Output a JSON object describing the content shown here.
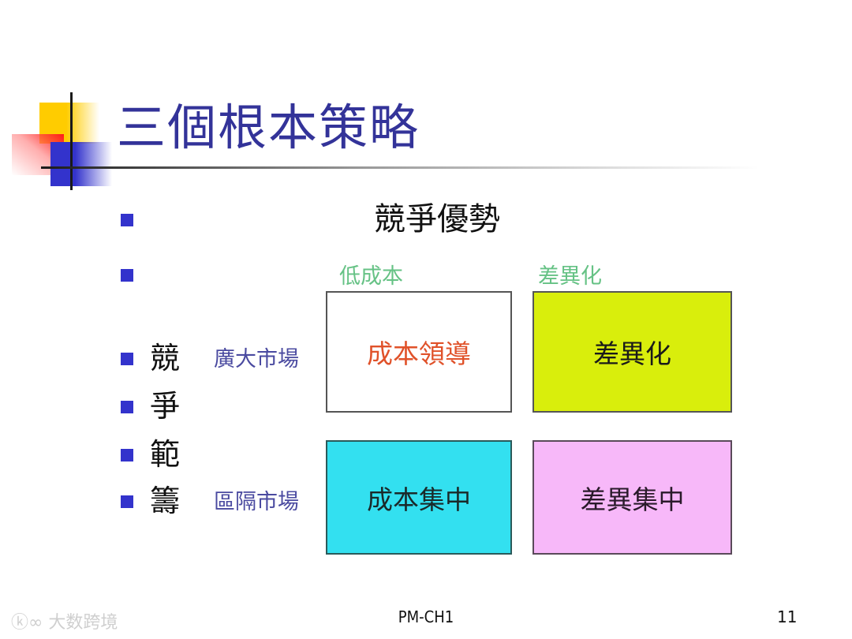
{
  "slide": {
    "title": "三個根本策略",
    "heading": "競爭優勢",
    "column_labels": [
      "低成本",
      "差異化"
    ],
    "vertical_label_chars": [
      "競",
      "爭",
      "範",
      "籌"
    ],
    "row_labels": [
      "廣大市場",
      "區隔市場"
    ],
    "matrix": [
      {
        "label": "成本領導",
        "bg": "#ffffff",
        "color": "#e0522a"
      },
      {
        "label": "差異化",
        "bg": "#d9ee0c",
        "color": "#1a1a1a"
      },
      {
        "label": "成本集中",
        "bg": "#33e0f0",
        "color": "#1a2a2a"
      },
      {
        "label": "差異集中",
        "bg": "#f7b8f9",
        "color": "#2a1a2a"
      }
    ],
    "colors": {
      "title": "#333399",
      "bullet": "#3333cc",
      "column_label": "#66c285",
      "row_label": "#4a4aa0"
    }
  },
  "footer": {
    "center": "PM-CH1",
    "page_number": "11",
    "watermark": "ⓚ∞ 大数跨境"
  }
}
